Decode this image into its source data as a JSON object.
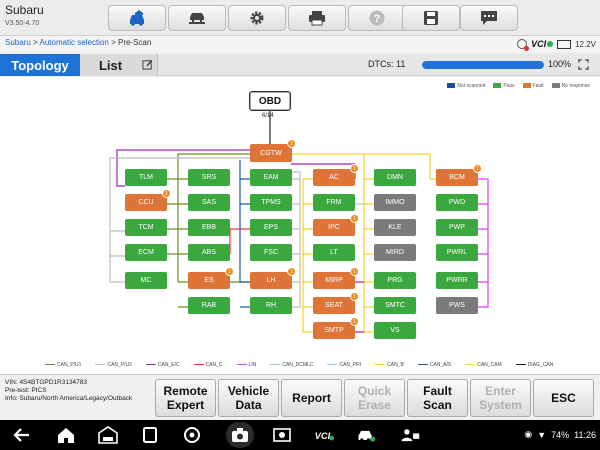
{
  "header": {
    "brand": "Subaru",
    "version": "V3.50-4.70",
    "toolbar": [
      {
        "name": "home-car-icon"
      },
      {
        "name": "vehicle-lift-icon"
      },
      {
        "name": "gear-icon"
      },
      {
        "name": "printer-icon"
      },
      {
        "name": "help-icon"
      },
      {
        "name": "save-icon"
      },
      {
        "name": "message-icon"
      }
    ]
  },
  "breadcrumb": {
    "part1": "Subaru",
    "sep1": " > ",
    "part2": "Automatic selection",
    "sep2": " > ",
    "part3": "Pre-Scan"
  },
  "status": {
    "vci_label": "VCI",
    "battery_voltage": "12.2V"
  },
  "tabs": {
    "topology": "Topology",
    "list": "List"
  },
  "scan": {
    "dtcs_label": "DTCs: 11",
    "progress_percent": 100,
    "progress_text": "100%"
  },
  "legend_top": [
    {
      "label": "Not scanned",
      "color": "#1f4e96"
    },
    {
      "label": "Pass",
      "color": "#3aa83f"
    },
    {
      "label": "Fault",
      "color": "#df7438"
    },
    {
      "label": "No response",
      "color": "#7a7a7a"
    }
  ],
  "obd": {
    "label": "OBD",
    "pins": "6/14"
  },
  "modules": [
    {
      "id": "CGTW",
      "status": "fault",
      "badge": "1"
    },
    {
      "id": "TLM",
      "status": "pass"
    },
    {
      "id": "CCU",
      "status": "fault",
      "badge": "1"
    },
    {
      "id": "TCM",
      "status": "pass"
    },
    {
      "id": "ECM",
      "status": "pass"
    },
    {
      "id": "MC",
      "status": "pass"
    },
    {
      "id": "SRS",
      "status": "pass"
    },
    {
      "id": "SAS",
      "status": "pass"
    },
    {
      "id": "EBB",
      "status": "pass"
    },
    {
      "id": "ABS",
      "status": "pass"
    },
    {
      "id": "ES",
      "status": "fault",
      "badge": "1"
    },
    {
      "id": "RAB",
      "status": "pass"
    },
    {
      "id": "EAM",
      "status": "pass"
    },
    {
      "id": "TPMS",
      "status": "pass"
    },
    {
      "id": "EPS",
      "status": "pass"
    },
    {
      "id": "FSC",
      "status": "pass"
    },
    {
      "id": "LH",
      "status": "fault",
      "badge": "1"
    },
    {
      "id": "RH",
      "status": "pass"
    },
    {
      "id": "AC",
      "status": "fault",
      "badge": "1"
    },
    {
      "id": "FRM",
      "status": "pass"
    },
    {
      "id": "IPC",
      "status": "fault",
      "badge": "1"
    },
    {
      "id": "LT",
      "status": "pass"
    },
    {
      "id": "MIRP",
      "status": "fault",
      "badge": "1"
    },
    {
      "id": "SEAT",
      "status": "fault",
      "badge": "1"
    },
    {
      "id": "SMTP",
      "status": "fault",
      "badge": "1"
    },
    {
      "id": "DMN",
      "status": "pass"
    },
    {
      "id": "IMMO",
      "status": "none"
    },
    {
      "id": "KLE",
      "status": "none"
    },
    {
      "id": "MIRD",
      "status": "none"
    },
    {
      "id": "PRG",
      "status": "pass"
    },
    {
      "id": "SMTC",
      "status": "pass"
    },
    {
      "id": "VS",
      "status": "pass"
    },
    {
      "id": "BCM",
      "status": "fault",
      "badge": "1"
    },
    {
      "id": "PWD",
      "status": "pass"
    },
    {
      "id": "PWP",
      "status": "pass"
    },
    {
      "id": "PWRL",
      "status": "pass"
    },
    {
      "id": "PWRR",
      "status": "pass"
    },
    {
      "id": "PWS",
      "status": "none"
    }
  ],
  "bus_legend": [
    {
      "label": "CAN_P/U1",
      "color": "#6b8e23"
    },
    {
      "label": "CAN_P/U2",
      "color": "#bdbdbd"
    },
    {
      "label": "CAN_E/C",
      "color": "#9c27b0"
    },
    {
      "label": "CAN_C",
      "color": "#e53935"
    },
    {
      "label": "LIN",
      "color": "#e040fb"
    },
    {
      "label": "CAN_DCMLC",
      "color": "#a5d6a7"
    },
    {
      "label": "CAN_PRI",
      "color": "#80deea"
    },
    {
      "label": "CAN_B",
      "color": "#f2d32b"
    },
    {
      "label": "CAN_A/S",
      "color": "#1e5aa8"
    },
    {
      "label": "CAN_CAM",
      "color": "#d4e157"
    },
    {
      "label": "DIAG_CAN",
      "color": "#222222"
    }
  ],
  "vehicle_info": {
    "vin": "VIN: 4S4BTGPD1R3134783",
    "pretest": "Pre-test: PICS",
    "info": "Info: Subaru/North America/Legacy/Outback"
  },
  "function_buttons": [
    {
      "name": "remote-expert-button",
      "line1": "Remote",
      "line2": "Expert",
      "enabled": true
    },
    {
      "name": "vehicle-data-button",
      "line1": "Vehicle",
      "line2": "Data",
      "enabled": true
    },
    {
      "name": "report-button",
      "line1": "Report",
      "line2": "",
      "enabled": true
    },
    {
      "name": "quick-erase-button",
      "line1": "Quick",
      "line2": "Erase",
      "enabled": false
    },
    {
      "name": "fault-scan-button",
      "line1": "Fault",
      "line2": "Scan",
      "enabled": true
    },
    {
      "name": "enter-system-button",
      "line1": "Enter",
      "line2": "System",
      "enabled": false
    },
    {
      "name": "esc-button",
      "line1": "ESC",
      "line2": "",
      "enabled": true
    }
  ],
  "system_status": {
    "battery": "74%",
    "time": "11:26"
  }
}
